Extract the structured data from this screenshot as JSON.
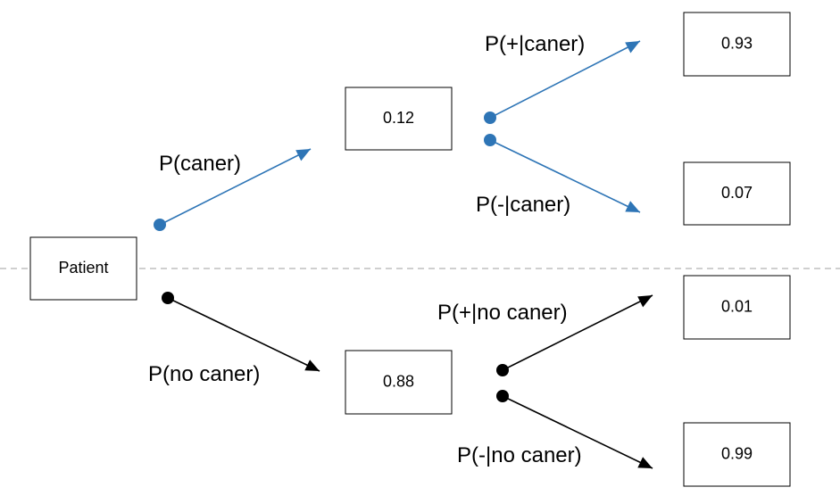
{
  "colors": {
    "blue": "#2e75b6",
    "black": "#000000",
    "box_border": "#000000",
    "divider": "#bfbfbf"
  },
  "root": {
    "label": "Patient"
  },
  "branches": {
    "cancer": {
      "edge_label": "P(caner)",
      "prior_value": "0.12",
      "positive": {
        "edge_label": "P(+|caner)",
        "value": "0.93"
      },
      "negative": {
        "edge_label": "P(-|caner)",
        "value": "0.07"
      }
    },
    "no_cancer": {
      "edge_label": "P(no caner)",
      "prior_value": "0.88",
      "positive": {
        "edge_label": "P(+|no caner)",
        "value": "0.01"
      },
      "negative": {
        "edge_label": "P(-|no caner)",
        "value": "0.99"
      }
    }
  }
}
